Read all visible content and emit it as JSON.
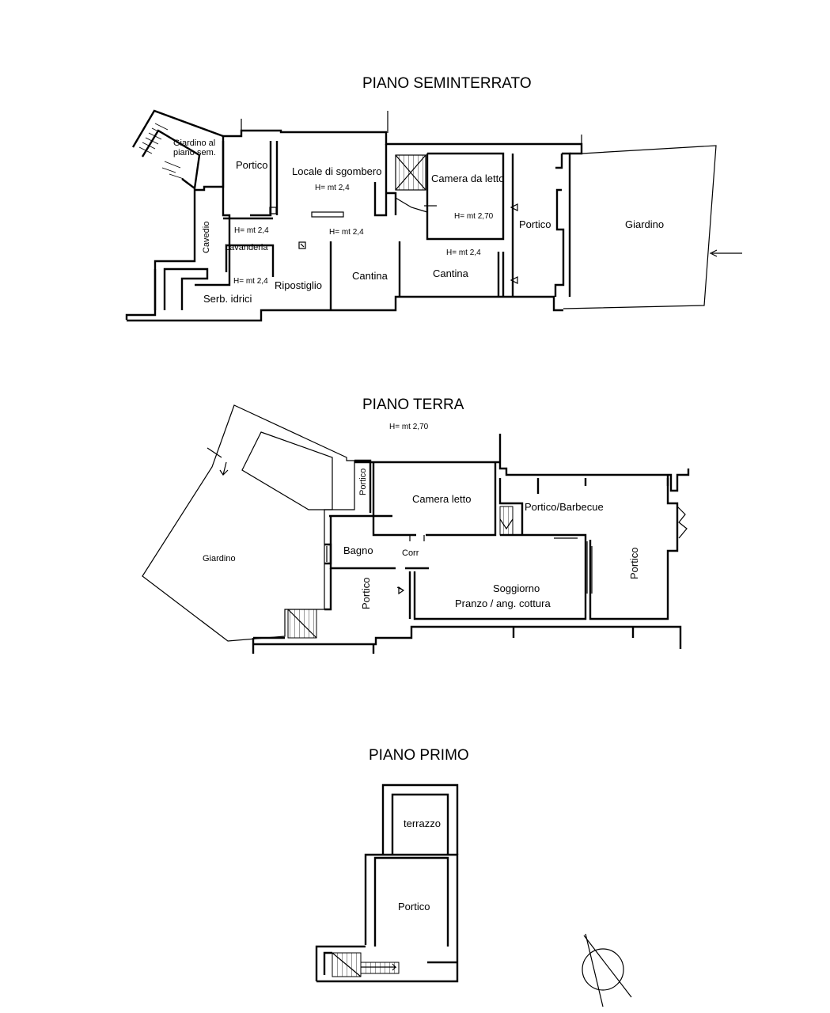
{
  "floors": {
    "seminterrato": {
      "title": "PIANO SEMINTERRATO",
      "rooms": {
        "giardino_al_1": "Giardino al",
        "giardino_al_2": "piano sem.",
        "portico_1": "Portico",
        "locale": "Locale di sgombero",
        "locale_h": "H= mt 2,4",
        "camera": "Camera da letto",
        "camera_h": "H= mt 2,70",
        "portico_2": "Portico",
        "giardino": "Giardino",
        "cavedio": "Cavedio",
        "h_lav": "H= mt 2,4",
        "h_center": "H= mt 2,4",
        "lavanderia": "Lavanderia",
        "h_cantina": "H= mt 2,4",
        "cantina_1": "Cantina",
        "cantina_2": "Cantina",
        "h_rip": "H= mt 2,4",
        "ripostiglio": "Ripostiglio",
        "serb": "Serb. idrici"
      }
    },
    "terra": {
      "title": "PIANO TERRA",
      "height": "H= mt 2,70",
      "rooms": {
        "portico_v1": "Portico",
        "camera": "Camera letto",
        "portico_barbecue": "Portico/Barbecue",
        "giardino": "Giardino",
        "bagno": "Bagno",
        "corr": "Corr",
        "soggiorno": "Soggiorno",
        "pranzo": "Pranzo / ang. cottura",
        "portico_v2": "Portico",
        "portico_v3": "Portico"
      }
    },
    "primo": {
      "title": "PIANO PRIMO",
      "rooms": {
        "terrazzo": "terrazzo",
        "portico": "Portico"
      }
    }
  },
  "north_arrow_icon": "north-arrow-icon"
}
